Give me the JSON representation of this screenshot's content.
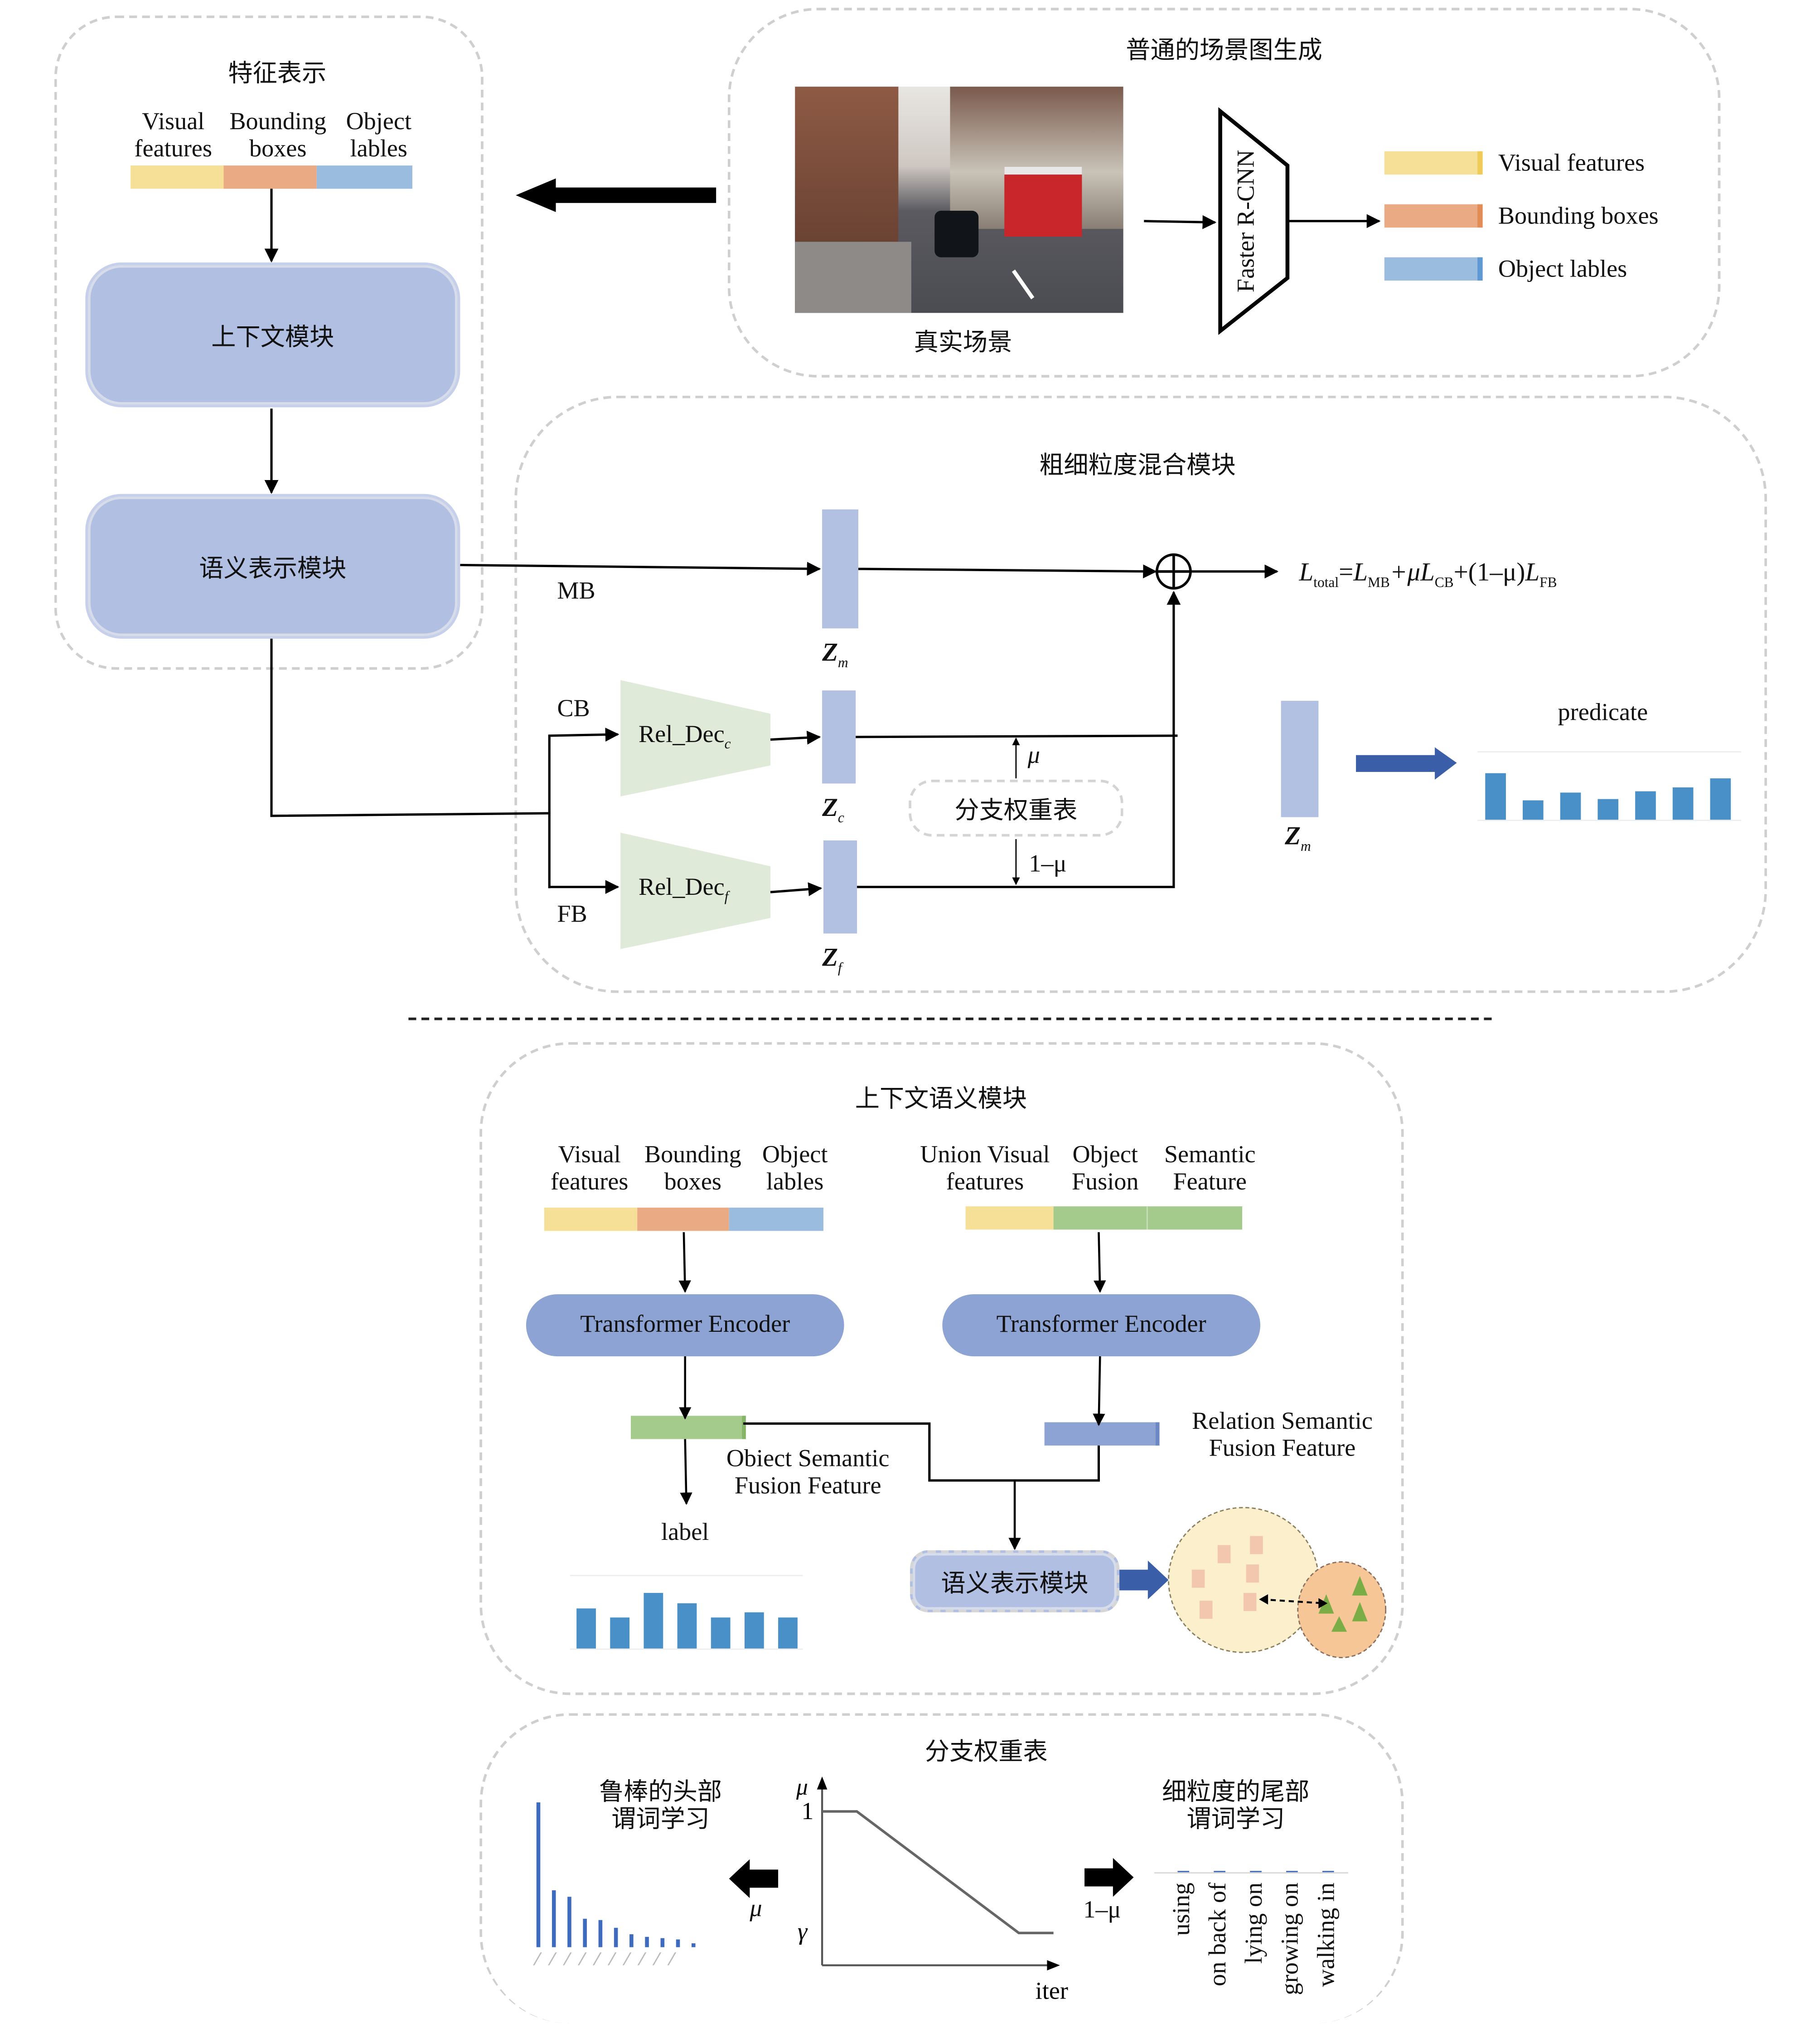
{
  "feature_panel": {
    "title": "特征表示",
    "segments": [
      {
        "line1": "Visual",
        "line2": "features",
        "color": "#f6df97"
      },
      {
        "line1": "Bounding",
        "line2": "boxes",
        "color": "#eaaa84"
      },
      {
        "line1": "Object",
        "line2": "lables",
        "color": "#9abddf"
      }
    ],
    "context_module": "上下文模块",
    "semantic_module": "语义表示模块"
  },
  "scene_panel": {
    "title": "普通的场景图生成",
    "image_caption": "真实场景",
    "detector": "Faster R-CNN",
    "legend": [
      {
        "label": "Visual features",
        "color": "#f6df97"
      },
      {
        "label": "Bounding boxes",
        "color": "#eaaa84"
      },
      {
        "label": "Object lables",
        "color": "#9abddf"
      }
    ]
  },
  "mix_panel": {
    "title": "粗细粒度混合模块",
    "branches": {
      "mb": "MB",
      "cb": "CB",
      "fb": "FB"
    },
    "decoders": {
      "coarse": "Rel_Dec",
      "coarse_sub": "c",
      "fine": "Rel_Dec",
      "fine_sub": "f"
    },
    "z_labels": {
      "main": "Z",
      "main_sub": "m",
      "coarse": "Z",
      "coarse_sub": "c",
      "fine": "Z",
      "fine_sub": "f",
      "output": "Z",
      "output_sub": "m"
    },
    "weight_table": "分支权重表",
    "mu": "μ",
    "one_minus_mu": "1–μ",
    "loss": {
      "L": "L",
      "total": "total",
      "eq": "=",
      "mb": "MB",
      "plus_mu": "+μ",
      "cb": "CB",
      "plus_paren": "+(1–μ)",
      "fb": "FB"
    },
    "predicate_label": "predicate"
  },
  "context_semantic_panel": {
    "title": "上下文语义模块",
    "left_segments": [
      {
        "line1": "Visual",
        "line2": "features",
        "color": "#f6df97"
      },
      {
        "line1": "Bounding",
        "line2": "boxes",
        "color": "#eaaa84"
      },
      {
        "line1": "Object",
        "line2": "lables",
        "color": "#9abddf"
      }
    ],
    "right_segments": [
      {
        "line1": "Union Visual",
        "line2": "features",
        "color": "#f6df97"
      },
      {
        "line1": "Object",
        "line2": "Fusion",
        "color": "#a5cb8c"
      },
      {
        "line1": "Semantic",
        "line2": "Feature",
        "color": "#a5cb8c"
      }
    ],
    "encoder_left": "Transformer Encoder",
    "encoder_right": "Transformer Encoder",
    "object_feature_line1": "Obiect Semantic",
    "object_feature_line2": "Fusion Feature",
    "relation_feature_line1": "Relation Semantic",
    "relation_feature_line2": "Fusion Feature",
    "label_text": "label",
    "semantic_module": "语义表示模块"
  },
  "branch_panel": {
    "title": "分支权重表",
    "head_title_line1": "鲁棒的头部",
    "head_title_line2": "谓词学习",
    "tail_title_line1": "细粒度的尾部",
    "tail_title_line2": "谓词学习",
    "mu": "μ",
    "one_minus_mu": "1–μ",
    "tail_predicates": [
      "using",
      "on back of",
      "lying on",
      "growing on",
      "walking in"
    ]
  },
  "chart_data": [
    {
      "type": "bar",
      "title": "predicate",
      "categories": [
        "1",
        "2",
        "3",
        "4",
        "5",
        "6",
        "7"
      ],
      "values": [
        0.73,
        0.3,
        0.42,
        0.33,
        0.44,
        0.51,
        0.64
      ],
      "ylim": [
        0,
        1
      ],
      "xlabel": "",
      "ylabel": ""
    },
    {
      "type": "bar",
      "title": "label",
      "categories": [
        "1",
        "2",
        "3",
        "4",
        "5",
        "6",
        "7"
      ],
      "values": [
        0.58,
        0.45,
        0.8,
        0.64,
        0.45,
        0.51,
        0.45
      ],
      "ylim": [
        0,
        1
      ],
      "xlabel": "",
      "ylabel": ""
    },
    {
      "type": "bar",
      "title": "鲁棒的头部谓词学习",
      "categories": [
        "1",
        "2",
        "3",
        "4",
        "5",
        "6",
        "7",
        "8",
        "9",
        "10",
        "11"
      ],
      "values": [
        1.0,
        0.39,
        0.35,
        0.2,
        0.19,
        0.13,
        0.09,
        0.07,
        0.06,
        0.05,
        0.03
      ],
      "ylim": [
        0,
        1
      ],
      "xlabel": "",
      "ylabel": ""
    },
    {
      "type": "line",
      "title": "分支权重表",
      "x": [
        0,
        0.15,
        0.85,
        1.0
      ],
      "y": [
        1,
        1,
        0.2,
        0.2
      ],
      "xlabel": "iter",
      "ylabel": "μ",
      "yticks": [
        "1",
        "γ"
      ]
    },
    {
      "type": "bar",
      "title": "细粒度的尾部谓词学习",
      "categories": [
        "using",
        "on back of",
        "lying on",
        "growing on",
        "walking in"
      ],
      "values": [
        0.01,
        0.01,
        0.01,
        0.01,
        0.01
      ],
      "ylim": [
        0,
        1
      ],
      "xlabel": "",
      "ylabel": ""
    }
  ]
}
